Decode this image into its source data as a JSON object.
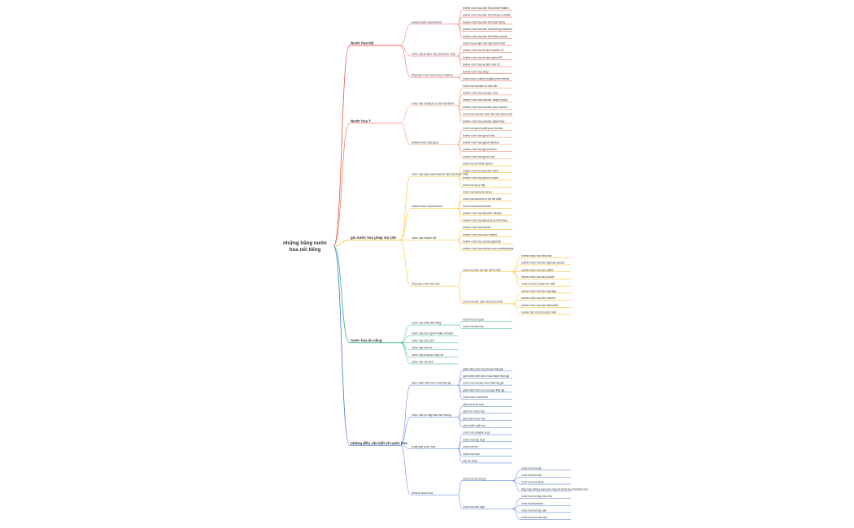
{
  "root": {
    "label": "những hãng nước hoa nổi tiếng"
  },
  "branches": [
    {
      "label": "Nước hoa Mỹ",
      "color": "#e8534a",
      "children": [
        {
          "label": "review nước hoa tomford",
          "children": [
            "review nước hoa tom ford ombré leather",
            "review nước hoa tom ford tobacco vanille",
            "review nước hoa tom ford lost cherry",
            "review nước hoa tom ford fucking fabulous",
            "review nước hoa tom ford black orchid"
          ]
        },
        {
          "label": "nước hoa le labo mùi nào thơm nhất",
          "children": [
            "nước hoa le labo mùi nào thơm nhất",
            "review nước hoa le labo another 13",
            "review nước hoa le labo santal 33",
            "review nước hoa le labo rose 31"
          ]
        },
        {
          "label": "tổng hợp nước hoa nam jo malone",
          "children": [
            "review nước hoa ebay",
            "nước hoa jo malone english pear freesia"
          ]
        }
      ]
    },
    {
      "label": "Nước hoa Ý",
      "color": "#f2855c",
      "children": [
        {
          "label": "nước hoa versace có mùi nào thơm",
          "children": [
            "nước hoa versace có mùi nào",
            "review nước hoa versace eros",
            "review nước hoa versace bright crystal",
            "review nước hoa versace pour homme",
            "nước hoa versace nam mùi nào thơm nhất",
            "review nước hoa versace dylan blue"
          ]
        },
        {
          "label": "review nước hoa gucci",
          "children": [
            "nước hoa gucci guilty pour homme",
            "review nước hoa gucci flora",
            "review nước hoa gucci bamboo",
            "review nước hoa gucci bloom",
            "review nước hoa gucci rush"
          ]
        }
      ]
    },
    {
      "label": "gia nước hoa pháp sin 150",
      "color": "#f2b705",
      "children": [
        {
          "label": "nước hoa yves saint laurent mùi nào thơm nhất",
          "children": [
            "nước hoa ysl black opium",
            "review nước hoa ysl libre 2019",
            "review nước hoa ysl mon paris",
            "nước hoa ysl y edp"
          ]
        },
        {
          "label": "review nước hoa lancome",
          "children": [
            "nước hoa lancome tresor",
            "nước hoa lancome la vie est belle",
            "nước hoa lancome idole",
            "review nước hoa lancome miracle",
            "review nước hoa lancome la nuit tresor"
          ]
        },
        {
          "label": "nước hoa chanel nổi",
          "children": [
            "review nước hoa chanel",
            "review nước hoa coco chanel",
            "review nước hoa chanel gabrielle",
            "review nước hoa chanel coco mademoiselle"
          ]
        },
        {
          "label": "tổng hợp nước hoa dior",
          "children": [
            {
              "label": "nước hoa dior nữ nào thơm nhất",
              "children": [
                "review nước hoa miss dior",
                "review nước hoa dior hypnotic poison",
                "review nước hoa dior addict",
                "review nước hoa dior j'adore",
                "nước hoa dior j'adore ré nhất"
              ]
            },
            {
              "label": "nước hoa dior nam nào thơm nhất",
              "children": [
                "review nước hoa dior sauvage",
                "review nước hoa dior homme",
                "review nước hoa dior fahrenheit",
                "review các nước hoa dior nam"
              ]
            }
          ]
        }
      ]
    },
    {
      "label": "nước hoa ẩn nắng",
      "color": "#2cb673",
      "children": [
        {
          "label": "nước hoa nhân đặt nắng",
          "children": [
            "nước hoa song an",
            "nước hoa kiến lục"
          ]
        },
        {
          "label": "nước hoa cho người nhiều nổi đơn",
          "children": []
        },
        {
          "label": "nước hoa cho nam",
          "children": []
        },
        {
          "label": "nước hoa cho nữ",
          "children": []
        },
        {
          "label": "nước hoa dùng an toàn cả",
          "children": []
        },
        {
          "label": "nước hoa cho anh",
          "children": []
        }
      ]
    },
    {
      "label": "những điều cần biết về nước hoa",
      "color": "#4a72d6",
      "children": [
        {
          "label": "cách nhận biết nước hoa thật giả",
          "children": [
            "phân biệt nước hoa chanel thật giả",
            "cách phân biệt nước hoa chanel thật giả",
            "nước hoa versace eros thật hay giả",
            "phân biệt nước hoa versace thật giả",
            "nước nước hoa thơm"
          ]
        },
        {
          "label": "nước hoa có mấy loại mùi hương",
          "children": [
            "cách xịt nước hoa",
            "cách lưu nước hoa",
            "cách làm nước hoa",
            "cách chiết xuất hoa"
          ]
        },
        {
          "label": "thuật ngữ nước hoa",
          "children": [
            "nước hoa cologne là gì",
            "nước hoa edp là gì",
            "nước hoa nữ",
            "nước hoa nam",
            "eau de toilet"
          ]
        },
        {
          "label": "tìm mùi nước hoa",
          "children": [
            {
              "label": "nước hoa nữ mùi gì",
              "children": [
                "nước hoa mùi gỗ",
                "nước hoa mùi trà",
                "nước hoa mùi phấn",
                "tổng hợp những loại nước hoa nữ thơm lâu nhất hiện nay"
              ]
            },
            {
              "label": "nước hoa mùi ngọt",
              "children": [
                "nước hoa hương hoa nhài",
                "nước hoa lavender",
                "nước hoa hương cam",
                "nước hoa mùi hoa sen"
              ]
            }
          ]
        }
      ]
    }
  ]
}
